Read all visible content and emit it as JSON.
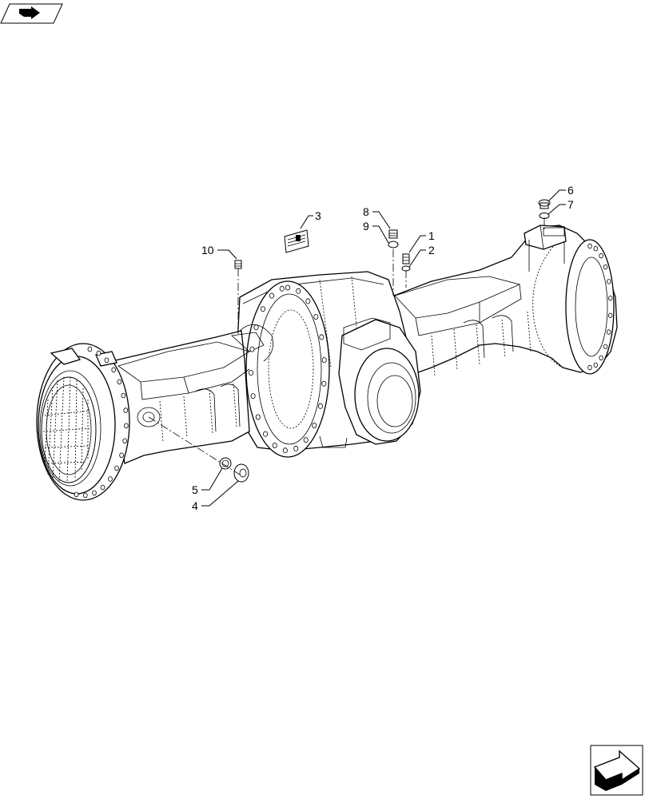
{
  "callouts": [
    {
      "id": "c1",
      "label": "1"
    },
    {
      "id": "c2",
      "label": "2"
    },
    {
      "id": "c3",
      "label": "3"
    },
    {
      "id": "c4",
      "label": "4"
    },
    {
      "id": "c5",
      "label": "5"
    },
    {
      "id": "c6",
      "label": "6"
    },
    {
      "id": "c7",
      "label": "7"
    },
    {
      "id": "c8",
      "label": "8"
    },
    {
      "id": "c9",
      "label": "9"
    },
    {
      "id": "c10",
      "label": "10"
    }
  ],
  "icons": {
    "top_left": "view-orientation-icon",
    "bottom_right": "next-page-arrow-icon"
  }
}
